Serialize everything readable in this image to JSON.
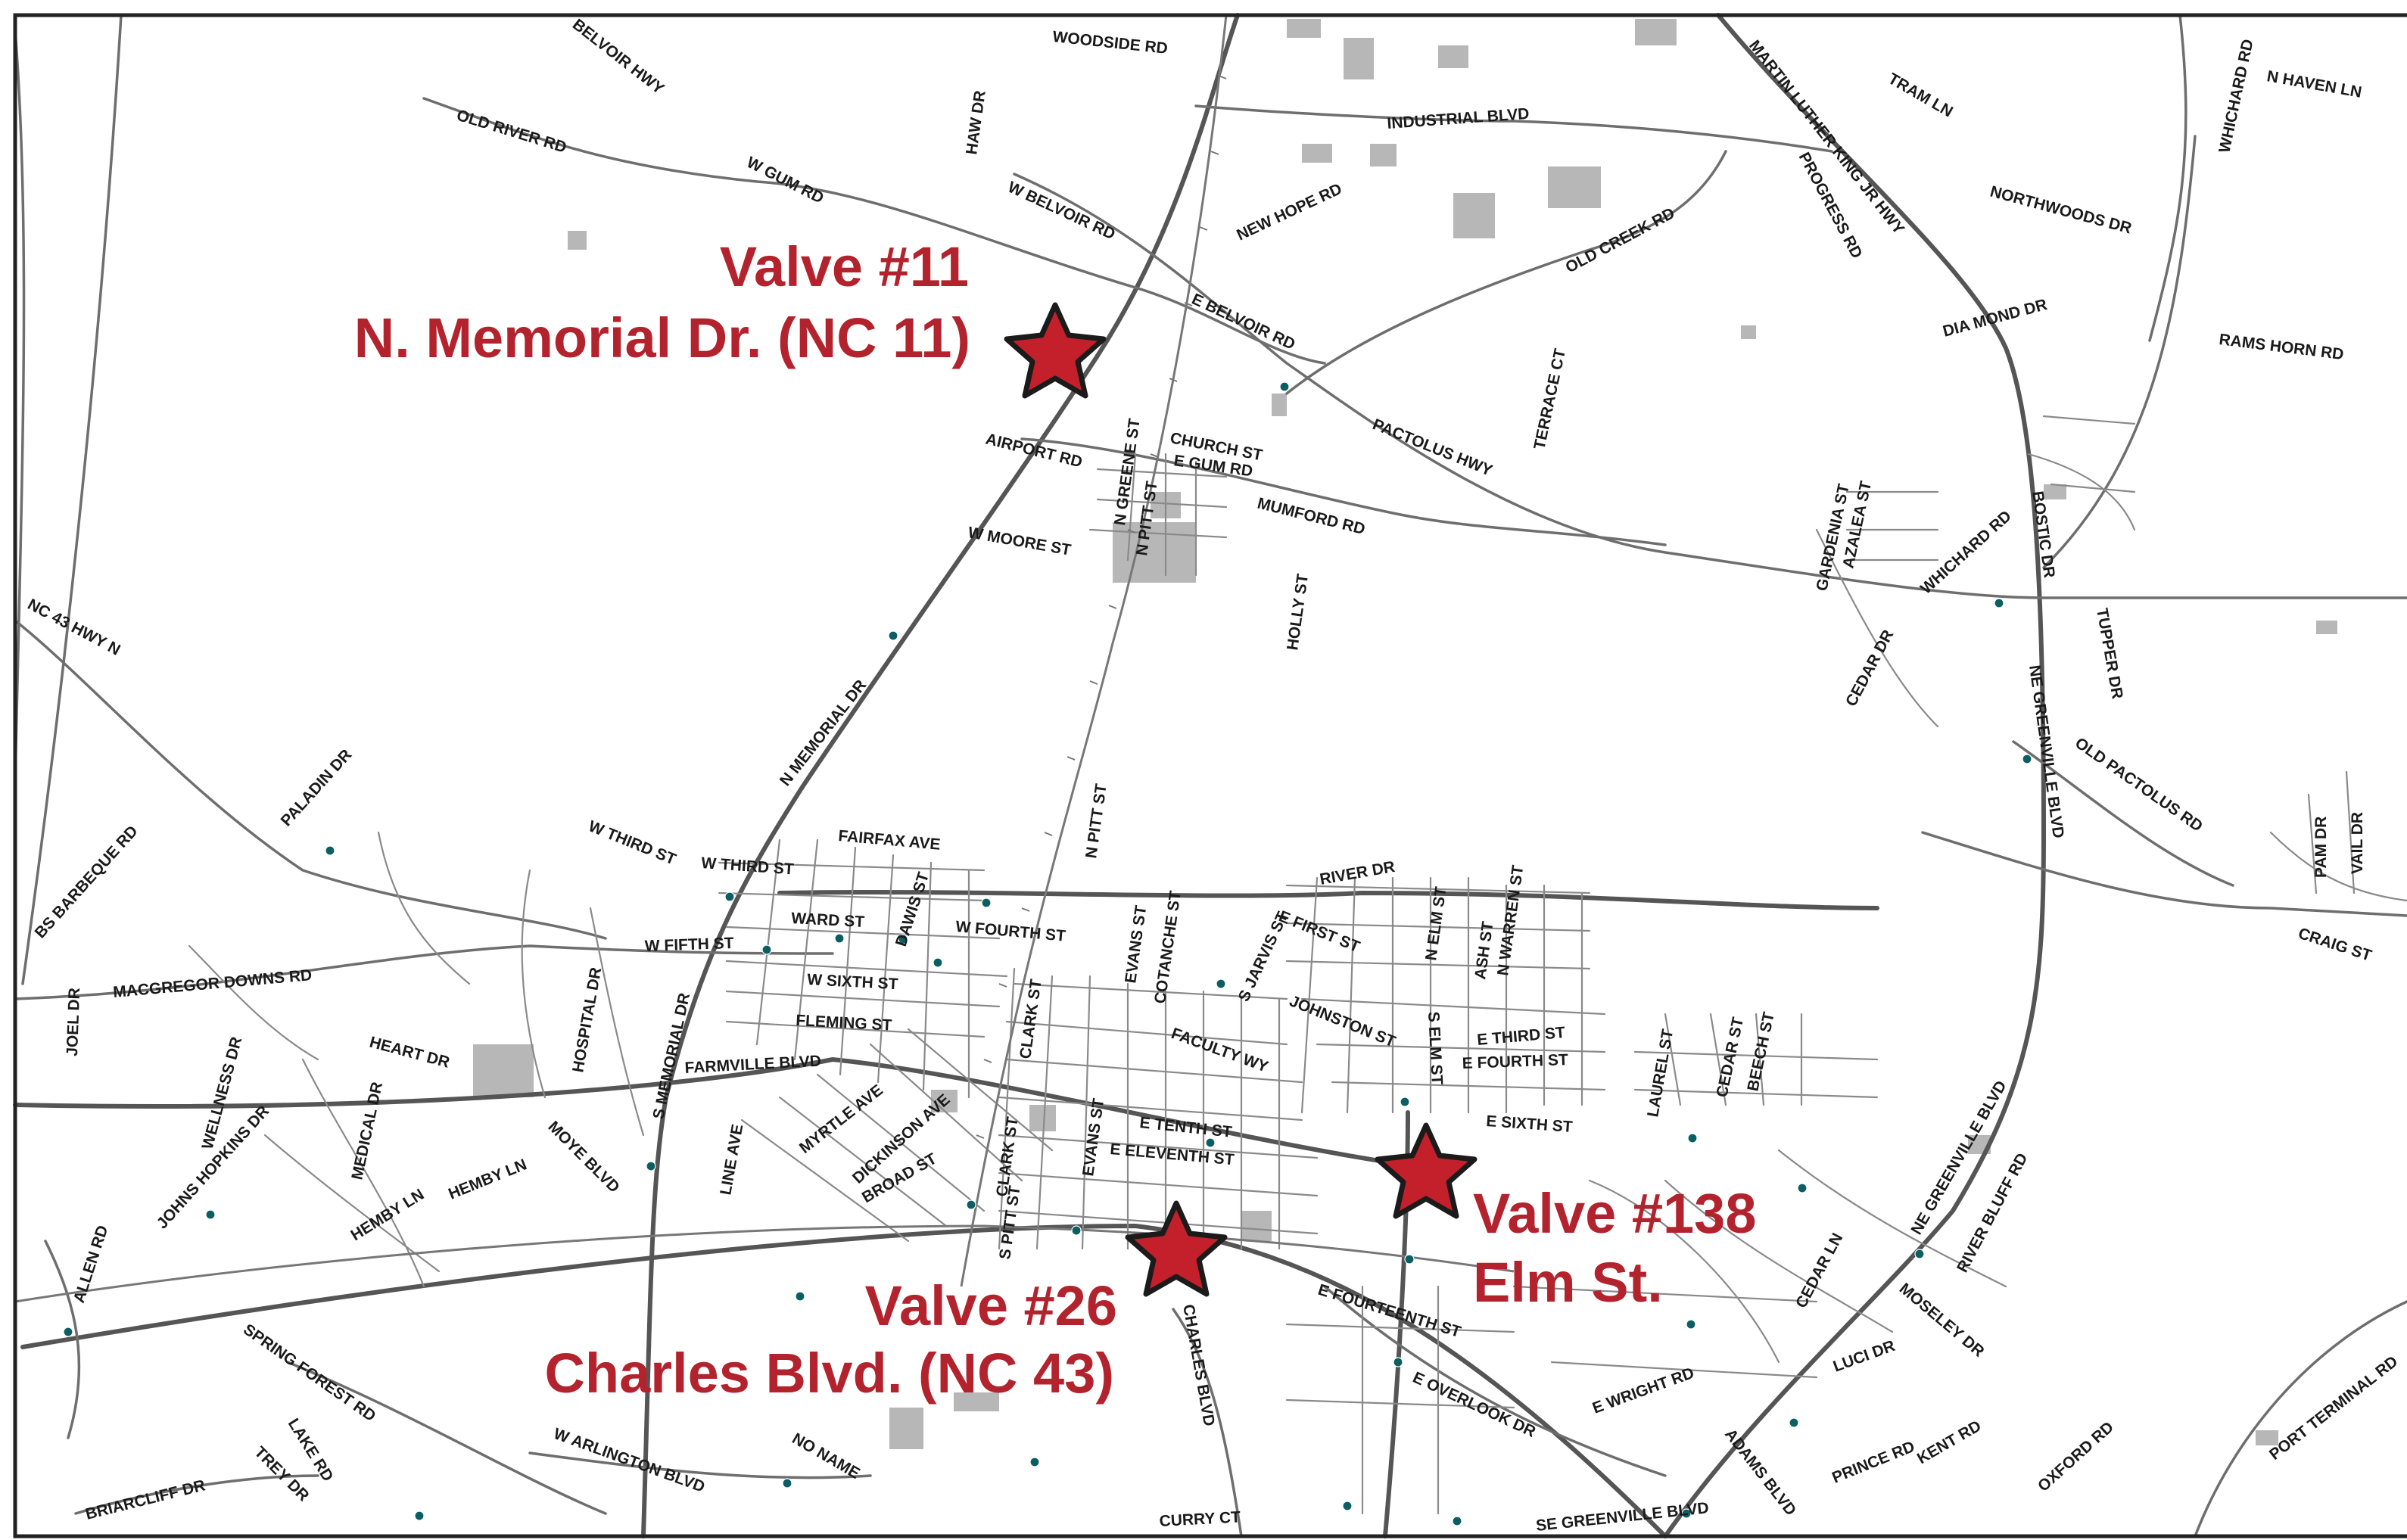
{
  "map": {
    "valves": [
      {
        "name": "Valve #11",
        "location": "N. Memorial Dr. (NC 11)"
      },
      {
        "name": "Valve #26",
        "location": "Charles Blvd. (NC 43)"
      },
      {
        "name": "Valve #138",
        "location": "Elm St."
      }
    ],
    "streets": [
      "WOODSIDE RD",
      "BELVOIR HWY",
      "OLD RIVER RD",
      "W GUM RD",
      "HAW DR",
      "INDUSTRIAL BLVD",
      "MARTIN LUTHER KING JR HWY",
      "TRAM LN",
      "WHICHARD RD",
      "N HAVEN LN",
      "W BELVOIR RD",
      "NEW HOPE RD",
      "OLD CREEK RD",
      "PROGRESS RD",
      "NORTHWOODS DR",
      "E BELVOIR RD",
      "DIA MOND DR",
      "RAMS HORN RD",
      "TERRACE CT",
      "PACTOLUS HWY",
      "AIRPORT RD",
      "CHURCH ST",
      "E GUM RD",
      "N GREENE ST",
      "N PITT ST",
      "MUMFORD RD",
      "W MOORE ST",
      "HOLLY ST",
      "GARDENIA ST",
      "AZALEA ST",
      "WHICHARD RD",
      "BOSTIC DR",
      "CEDAR DR",
      "TUPPER DR",
      "NE GREENVILLE BLVD",
      "OLD PACTOLUS RD",
      "NC 43 HWY N",
      "N MEMORIAL DR",
      "PALADIN DR",
      "BS BARBEQUE RD",
      "N PITT ST",
      "FAIRFAX AVE",
      "W THIRD ST",
      "W THIRD ST",
      "RIVER DR",
      "PAM DR",
      "VAIL DR",
      "W FIFTH ST",
      "WARD ST",
      "DAWIS ST",
      "W FOURTH ST",
      "EVANS ST",
      "COTANCHE ST",
      "E FIRST ST",
      "S JARVIS ST",
      "N ELM ST",
      "ASH ST",
      "N WARREN ST",
      "CRAIG ST",
      "MACGREGOR DOWNS RD",
      "JOEL DR",
      "HOSPITAL DR",
      "W SIXTH ST",
      "S MEMORIAL DR",
      "FLEMING ST",
      "CLARK ST",
      "JOHNSTON ST",
      "E THIRD ST",
      "LAUREL ST",
      "CEDAR ST",
      "BEECH ST",
      "HEART DR",
      "FARMVILLE BLVD",
      "FACULTY WY",
      "S ELM ST",
      "E FOURTH ST",
      "WELLNESS DR",
      "MEDICAL DR",
      "MYRTLE AVE",
      "DICKINSON AVE",
      "E SIXTH ST",
      "LINE AVE",
      "E TENTH ST",
      "E ELEVENTH ST",
      "JOHNS HOPKINS DR",
      "MOYE BLVD",
      "HEMBY LN",
      "HEMBY LN",
      "BROAD ST",
      "CLARK ST",
      "EVANS ST",
      "S PITT ST",
      "NE GREENVILLE BLVD",
      "RIVER BLUFF RD",
      "ALLEN RD",
      "CEDAR LN",
      "MOSELEY DR",
      "CHARLES BLVD",
      "E FOURTEENTH ST",
      "SPRING FOREST RD",
      "E WRIGHT RD",
      "LUCI DR",
      "LAKE RD",
      "TREY DR",
      "W ARLINGTON BLVD",
      "NO NAME",
      "E OVERLOOK DR",
      "ADAMS BLVD",
      "PRINCE RD",
      "KENT RD",
      "OXFORD RD",
      "PORT TERMINAL RD",
      "BRIARCLIFF DR",
      "CURRY CT",
      "SE GREENVILLE BLVD"
    ]
  }
}
